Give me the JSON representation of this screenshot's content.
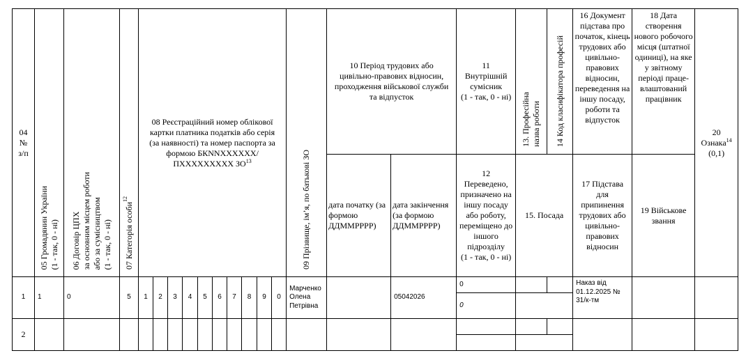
{
  "headers": {
    "h04": "04\n№\nз/п",
    "h05": "05  Громадянин України\n(1 - так, 0 - ні)",
    "h06": "06  Договір ЦПХ\nза основним місцем роботи\nабо за сумісництвом\n(1 - так, 0 - ні)",
    "h07": "07  Категорія особи",
    "h07_sup": "12",
    "h08": "08  Реєстраційний номер облікової картки платника податків або серія (за наявності) та номер паспорта за формою БКNNXXXXXX/ПXXXXXXXXX ЗО",
    "h08_sup": "13",
    "h09": "09  Прізвище, ім’я, по батькові ЗО",
    "h10": "10  Період трудових або цивільно-правових відносин, проходження військової служби та відпусток",
    "h10_start": "дата початку (за формою ДДММРРРР)",
    "h10_end": "дата закінчення (за формою ДДММРРРР)",
    "h11": "11\nВнутрішній сумісник\n(1 - так, 0 - ні)",
    "h12": "12\nПереведено, призначено на іншу посаду або роботу, переміщено до іншого підрозділу\n(1 - так, 0 - ні)",
    "h13": "13. Професійна\nназва роботи",
    "h14": "14  Код класифікатора професій",
    "h15": "15. Посада",
    "h16": "16  Документ підстава про початок, кінець трудових або цивільно-правових відносин, переведення на іншу посаду, роботи та відпусток",
    "h17": "17  Підстава для припинення трудових або цивільно-правових відносин",
    "h18": "18  Дата створення нового робочого місця (штатної одиниці), на яке у звітному періоді праце-влаштований працівник",
    "h19": "19  Військове звання",
    "h20": "20\nОзнака",
    "h20_sup": "14",
    "h20_tail": "(0,1)"
  },
  "rows": [
    {
      "num": "1",
      "citizen": "1",
      "gph": "0",
      "category": "5",
      "digits": [
        "1",
        "2",
        "3",
        "4",
        "5",
        "6",
        "7",
        "8",
        "9",
        "0"
      ],
      "name": "Марченко Олена Петрівна",
      "date_start": "",
      "date_end": "05042026",
      "internal": "0",
      "transferred": "0",
      "document": "Наказ від 01.12.2025 № 31/к-тм"
    },
    {
      "num": "2"
    }
  ]
}
